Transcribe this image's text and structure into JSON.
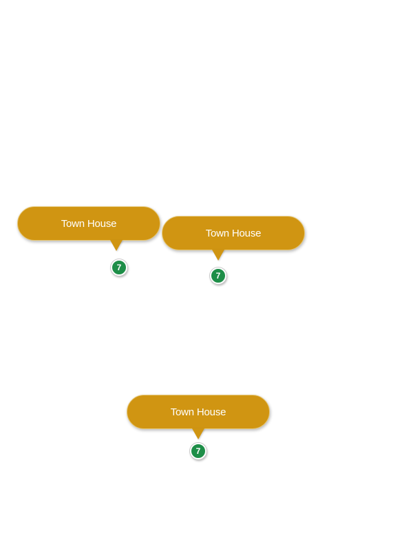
{
  "markers": [
    {
      "callout_label": "Town House",
      "pin_label": "7"
    },
    {
      "callout_label": "Town House",
      "pin_label": "7"
    },
    {
      "callout_label": "Town House",
      "pin_label": "7"
    }
  ],
  "colors": {
    "callout_fill": "#d09512",
    "callout_border": "#e7c878",
    "pin_fill": "#1e8e48",
    "text": "#ffffff",
    "background": "#ffffff"
  }
}
